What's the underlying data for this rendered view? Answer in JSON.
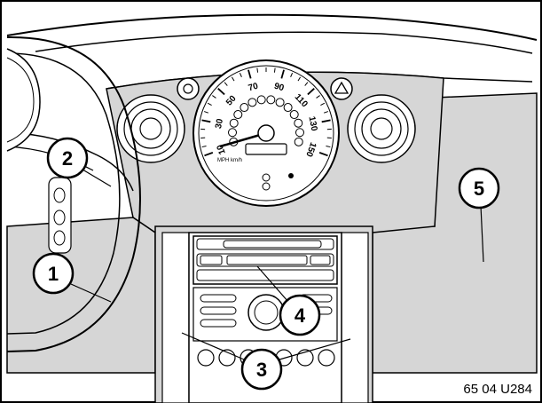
{
  "diagram": {
    "reference_code": "65 04 U284",
    "speedometer": {
      "tick_labels": [
        "10",
        "30",
        "50",
        "70",
        "90",
        "110",
        "130",
        "150"
      ],
      "unit_label": "MPH km/h"
    },
    "callouts": [
      {
        "number": "1"
      },
      {
        "number": "2"
      },
      {
        "number": "3"
      },
      {
        "number": "4"
      },
      {
        "number": "5"
      }
    ]
  },
  "colors": {
    "panel_gray": "#d6d6d6",
    "line": "#000000",
    "background": "#ffffff"
  }
}
